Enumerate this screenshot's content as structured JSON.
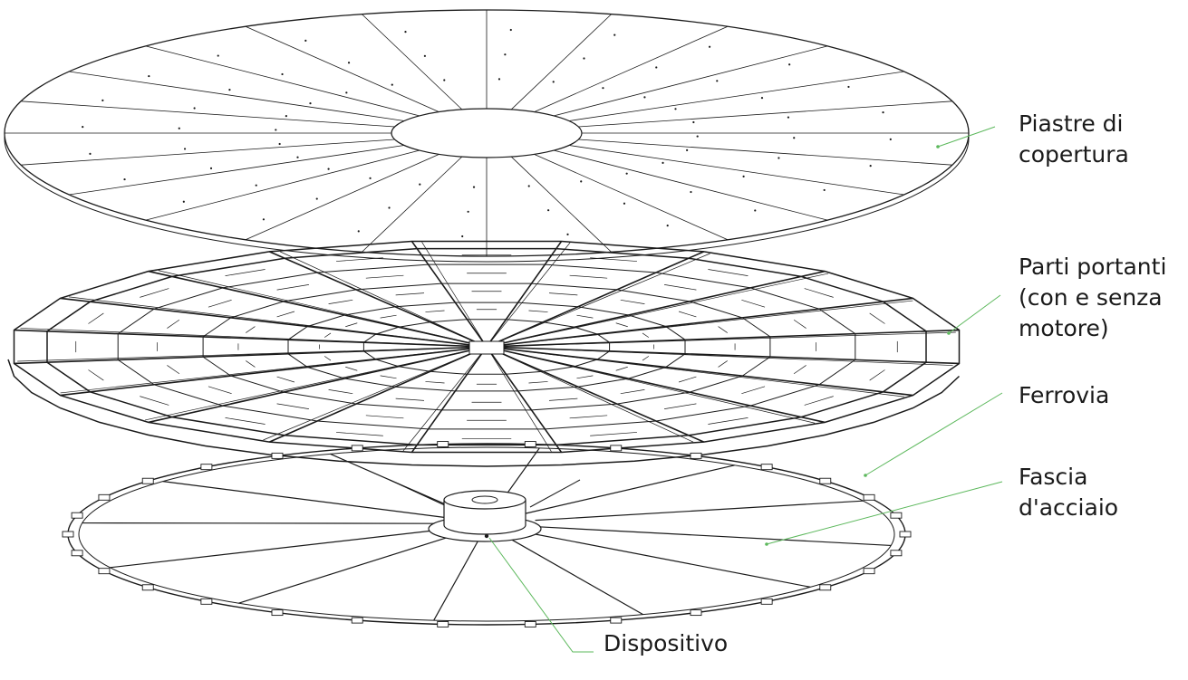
{
  "colors": {
    "line": "#1a1a1a",
    "leader": "#5cb85c",
    "background": "#ffffff"
  },
  "labels": {
    "cover_plates": [
      "Piastre di",
      "copertura"
    ],
    "load_bearing": [
      "Parti portanti",
      "(con e senza",
      "motore)"
    ],
    "railway": [
      "Ferrovia"
    ],
    "steel_band": [
      "Fascia",
      "d'acciaio"
    ],
    "device": [
      "Dispositivo"
    ]
  }
}
